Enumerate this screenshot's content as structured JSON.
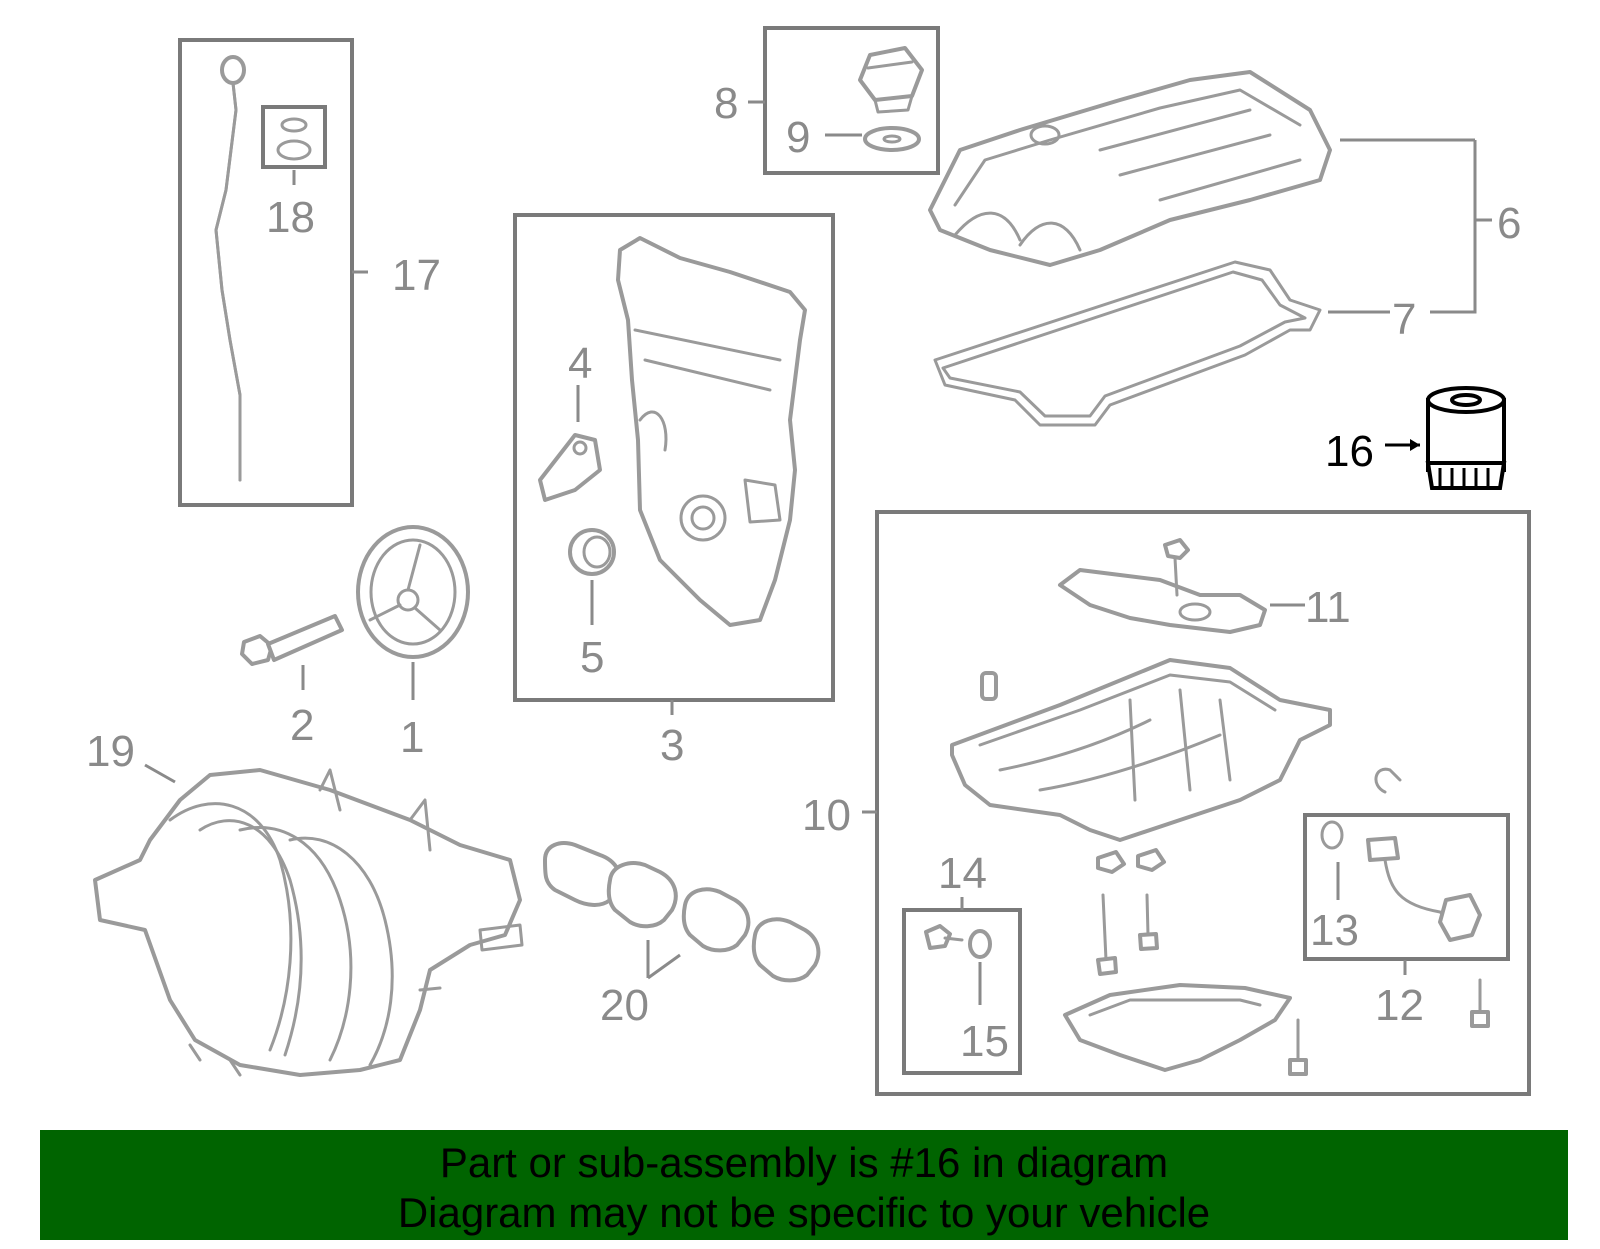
{
  "diagram": {
    "highlight_color": "#000000",
    "part_color": "#9a9a9a",
    "callouts": {
      "c1": "1",
      "c2": "2",
      "c3": "3",
      "c4": "4",
      "c5": "5",
      "c6": "6",
      "c7": "7",
      "c8": "8",
      "c9": "9",
      "c10": "10",
      "c11": "11",
      "c12": "12",
      "c13": "13",
      "c14": "14",
      "c15": "15",
      "c16": "16",
      "c17": "17",
      "c18": "18",
      "c19": "19",
      "c20": "20"
    }
  },
  "banner": {
    "background": "#006400",
    "line1": "Part or sub-assembly is #16 in diagram",
    "line2": "Diagram may not be specific to your vehicle"
  }
}
